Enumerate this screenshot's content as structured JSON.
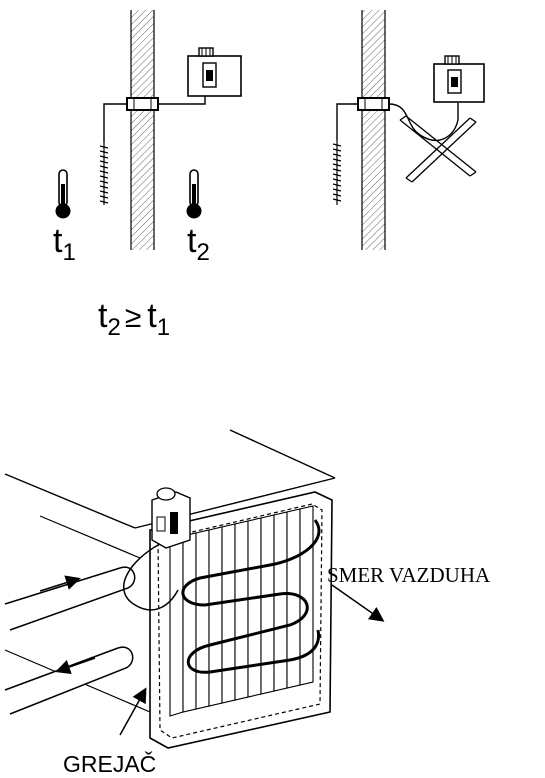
{
  "top": {
    "t1_base": "t",
    "t1_sub": "1",
    "t2_base": "t",
    "t2_sub": "2",
    "relation": {
      "left_base": "t",
      "left_sub": "2",
      "operator": "≥",
      "right_base": "t",
      "right_sub": "1"
    }
  },
  "bottom": {
    "airflow_label": "SMER VAZDUHA",
    "heater_label": "GREJAČ"
  },
  "icons": [
    "thermometer-icon",
    "thermostat-box-icon",
    "cross-out-icon",
    "arrow-icon"
  ],
  "colors": {
    "ink": "#000000",
    "paper": "#ffffff"
  }
}
